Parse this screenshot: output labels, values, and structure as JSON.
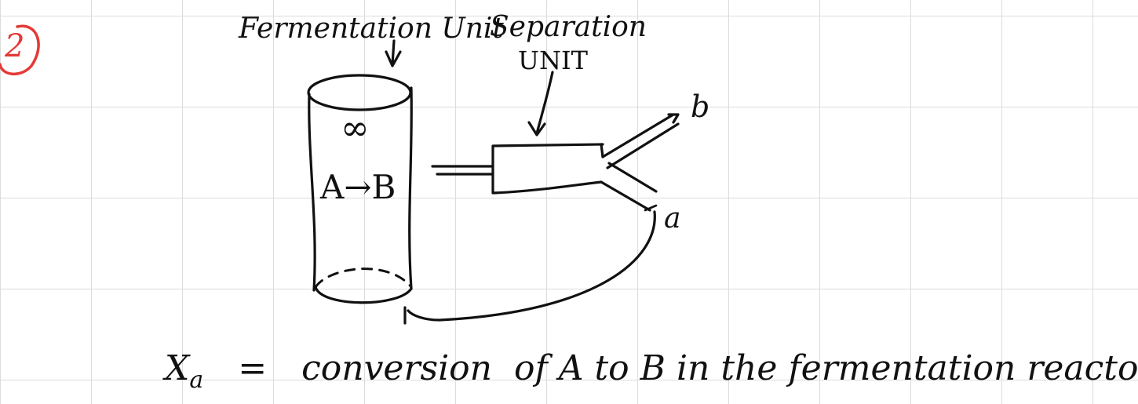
{
  "problem_number": "2",
  "labels": {
    "fermentation_unit": "Fermentation Unit",
    "separation_unit_line1": "Separation",
    "separation_unit_line2": "UNIT",
    "reaction": "A→B",
    "infinity": "∞",
    "stream_b": "b",
    "stream_a": "a"
  },
  "definition": {
    "symbol": "X",
    "subscript": "a",
    "equals": "=",
    "text": "conversion  of A to B in the fermentation reactor"
  },
  "colors": {
    "ink": "#111111",
    "problem_circle": "#e53935",
    "grid": "#dcdcdc"
  }
}
